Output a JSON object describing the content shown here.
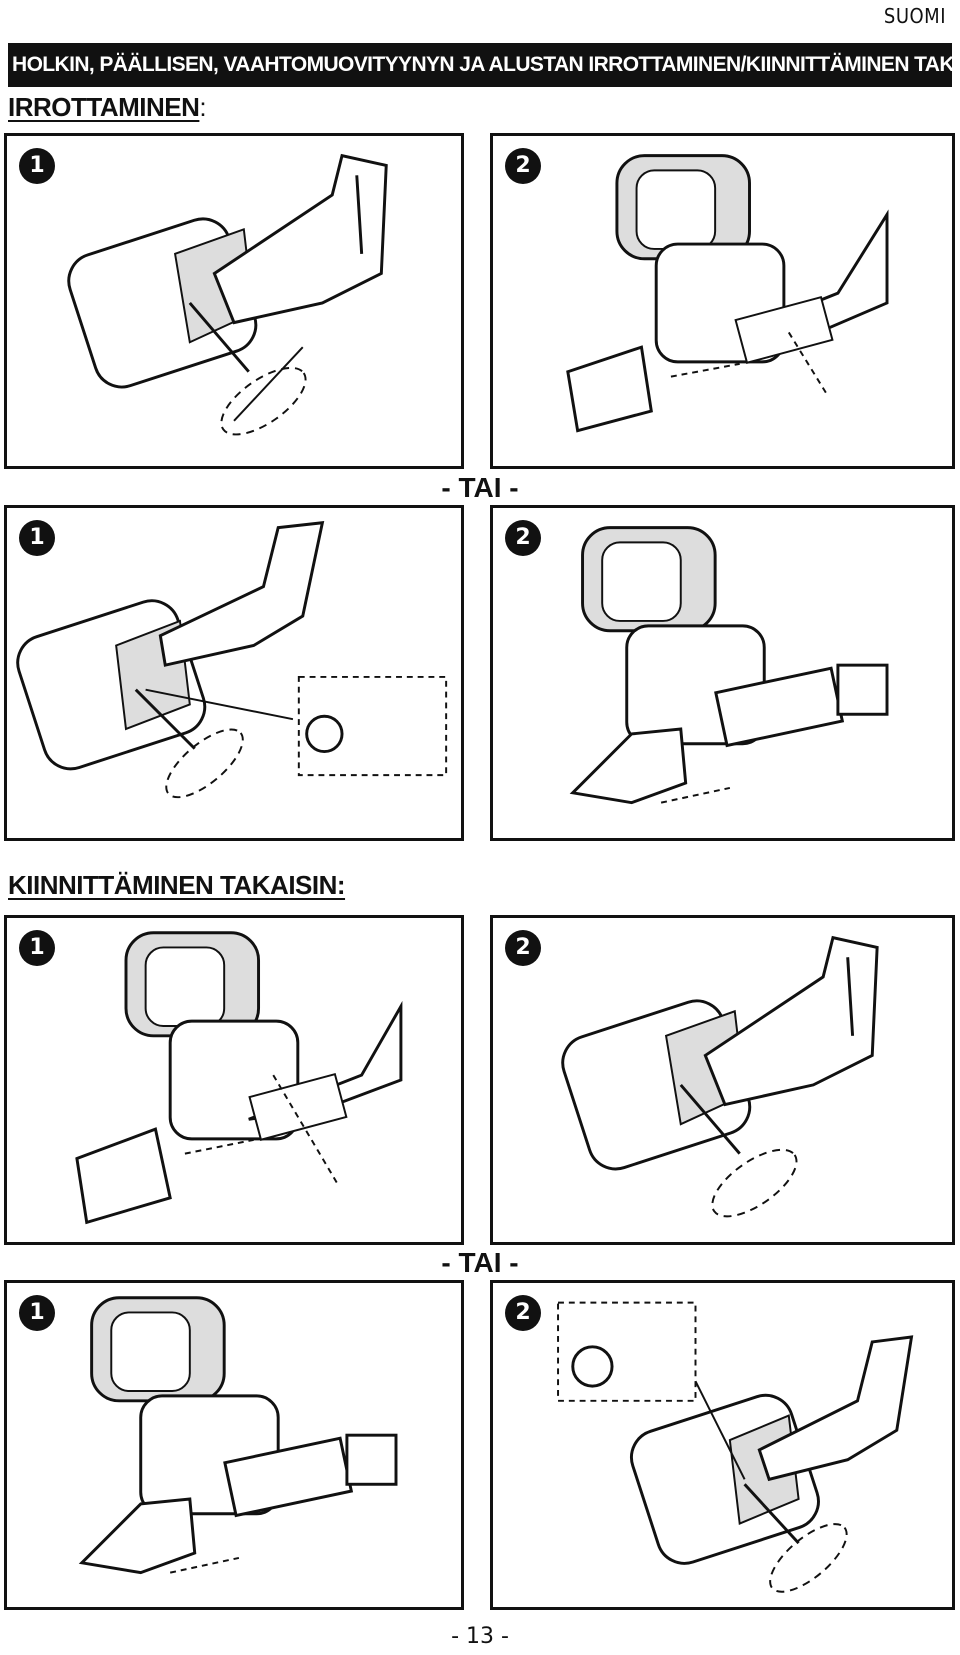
{
  "language": "SUOMI",
  "title": "HOLKIN, PÄÄLLISEN, VAAHTOMUOVITYYNYN JA ALUSTAN IRROTTAMINEN/KIINNITTÄMINEN TAKAISIN",
  "sections": {
    "remove": {
      "label": "IRROTTAMINEN",
      "suffix": ":"
    },
    "reattach": {
      "label": "KIINNITTÄMINEN TAKAISIN:"
    }
  },
  "or_label": "- TAI -",
  "steps": {
    "one": "1",
    "two": "2"
  },
  "page_number": "- 13 -"
}
